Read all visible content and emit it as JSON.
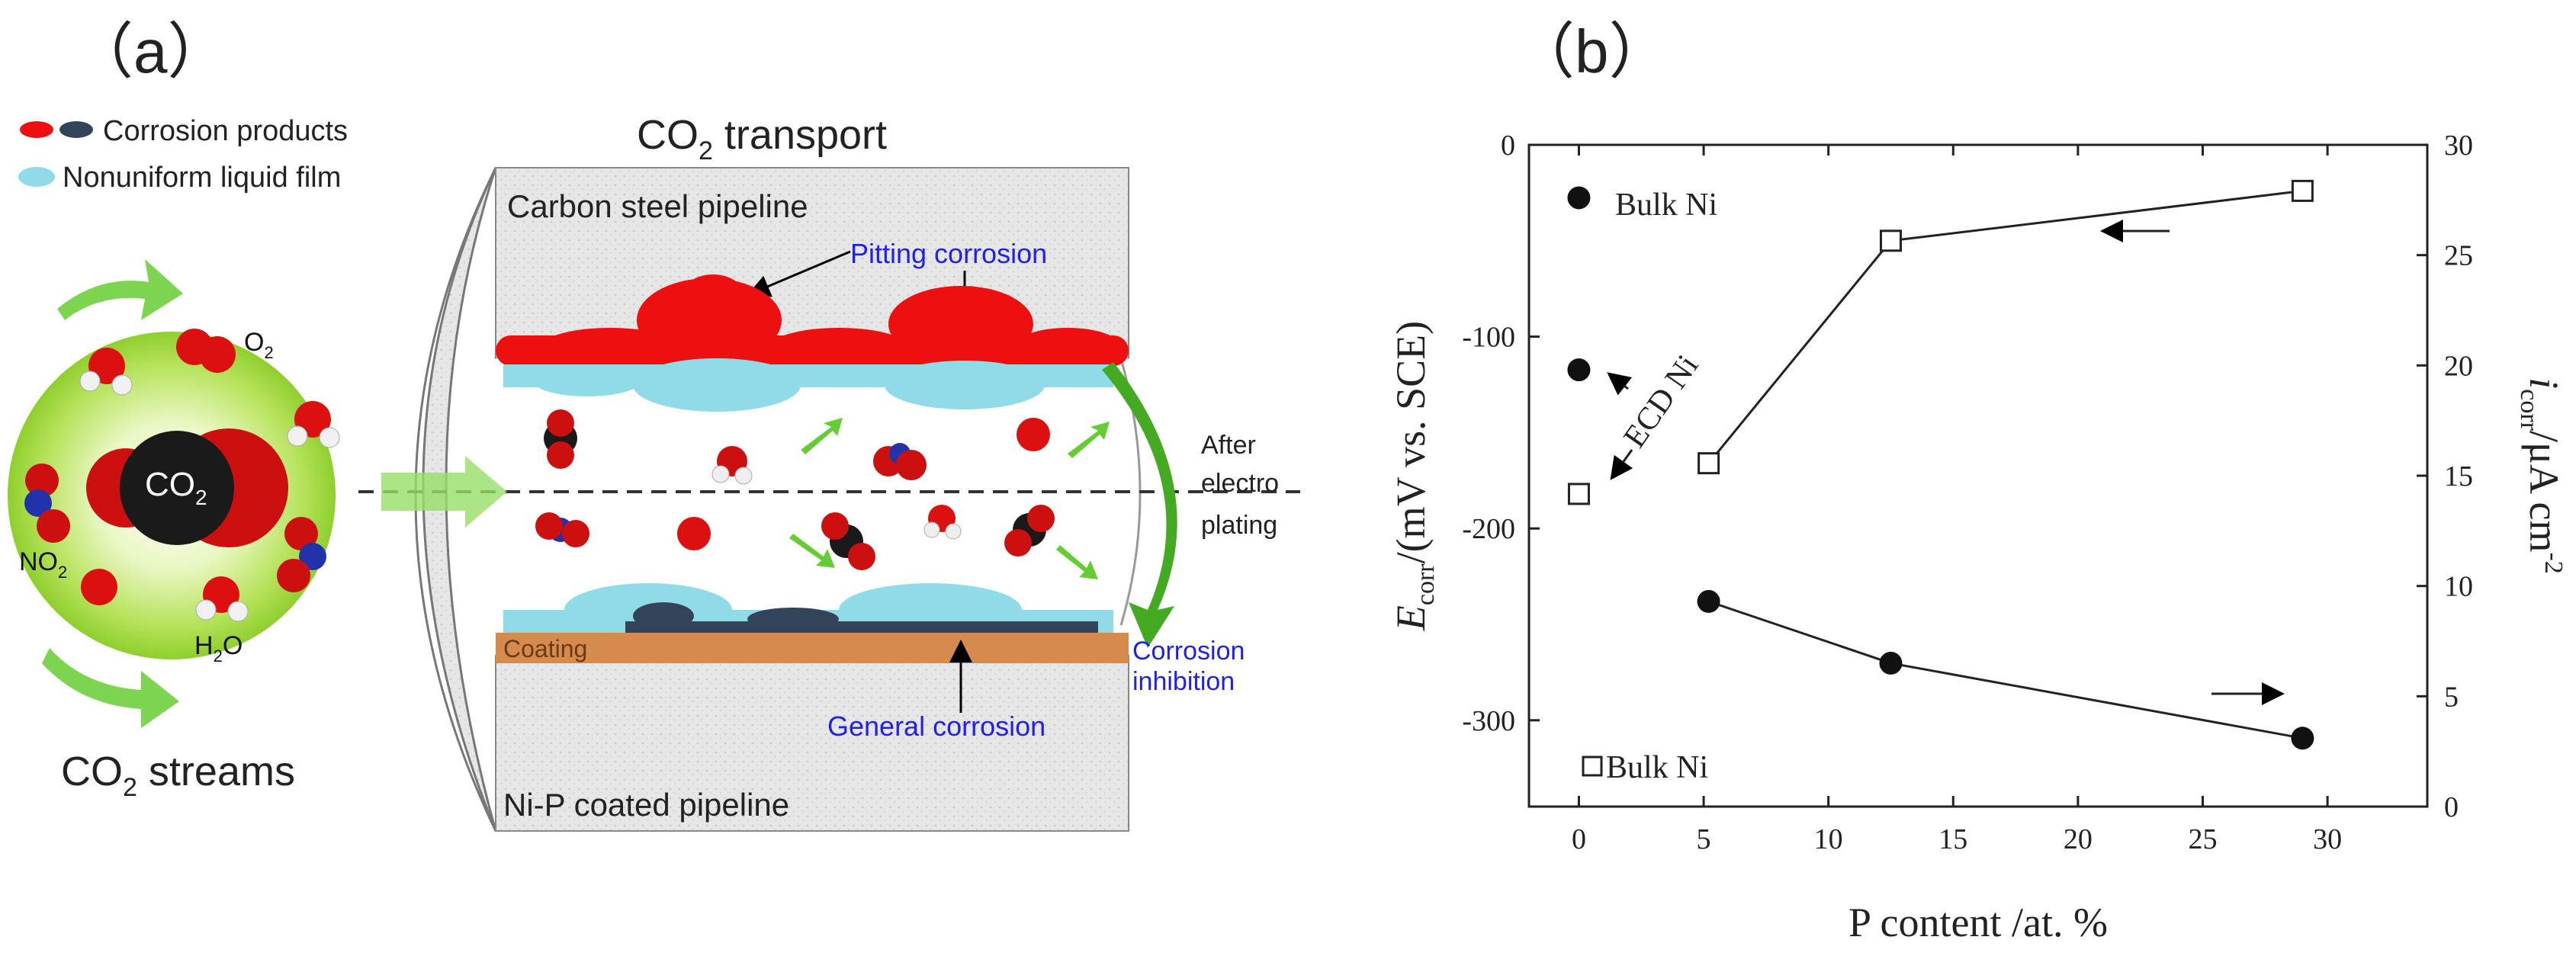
{
  "panel_a": {
    "label": "（a）",
    "legend": {
      "corrosion_products": "Corrosion products",
      "liquid_film": "Nonuniform liquid film"
    },
    "header_main": "CO",
    "header_sub": "2",
    "header_rest": " transport",
    "carbon_steel": "Carbon steel pipeline",
    "pitting": "Pitting corrosion",
    "o2_main": "O",
    "o2_sub": "2",
    "co2_main": "CO",
    "co2_sub": "2",
    "no2_main": "NO",
    "no2_sub": "2",
    "h2o_h": "H",
    "h2o_sub": "2",
    "h2o_o": "O",
    "after_1": "After",
    "after_2": "electro",
    "after_3": "plating",
    "coating": "Coating",
    "inhibition_1": "Corrosion",
    "inhibition_2": "inhibition",
    "general": "General corrosion",
    "nip": "Ni-P coated pipeline",
    "streams_main": "CO",
    "streams_sub": "2",
    "streams_rest": " streams",
    "colors": {
      "corrosion_red": "#ee1010",
      "corrosion_dark": "#33445a",
      "film": "#8fdbe8",
      "coating": "#d58a4e",
      "arrow_green": "#66cc33",
      "label_blue": "#2020ee"
    }
  },
  "chart_data": {
    "type": "scatter",
    "panel_label": "（b）",
    "xlabel": "P content /at. %",
    "ylabel_left_main": "E",
    "ylabel_left_sub": "corr",
    "ylabel_left_rest": "/(mV vs. SCE)",
    "ylabel_right_main": "i",
    "ylabel_right_sub": "corr",
    "ylabel_right_rest": "/μA cm",
    "ylabel_right_sup": "-2",
    "xlim": [
      -2,
      34
    ],
    "ylim_left": [
      -345,
      0
    ],
    "ylim_right": [
      0,
      30
    ],
    "x_ticks": [
      0,
      5,
      10,
      15,
      20,
      25,
      30
    ],
    "y_left_ticks": [
      0,
      -100,
      -200,
      -300
    ],
    "y_right_ticks": [
      0,
      5,
      10,
      15,
      20,
      25,
      30
    ],
    "series": [
      {
        "name": "E_corr",
        "marker": "open-square",
        "axis": "left",
        "points": [
          {
            "x": 0,
            "y": -182
          },
          {
            "x": 5.2,
            "y": -166
          },
          {
            "x": 12.5,
            "y": -50
          },
          {
            "x": 29,
            "y": -24
          }
        ],
        "line_from_index": 1
      },
      {
        "name": "i_corr",
        "marker": "filled-circle",
        "axis": "right",
        "points": [
          {
            "x": 0,
            "y": 27.6
          },
          {
            "x": 0,
            "y": 19.8
          },
          {
            "x": 5.2,
            "y": 9.3
          },
          {
            "x": 12.5,
            "y": 6.5
          },
          {
            "x": 29,
            "y": 3.1
          }
        ],
        "line_from_index": 2
      }
    ],
    "annotations": {
      "bulk_ni_top": "Bulk Ni",
      "bulk_ni_bottom": "Bulk Ni",
      "ecd_ni": "ECD Ni"
    }
  }
}
